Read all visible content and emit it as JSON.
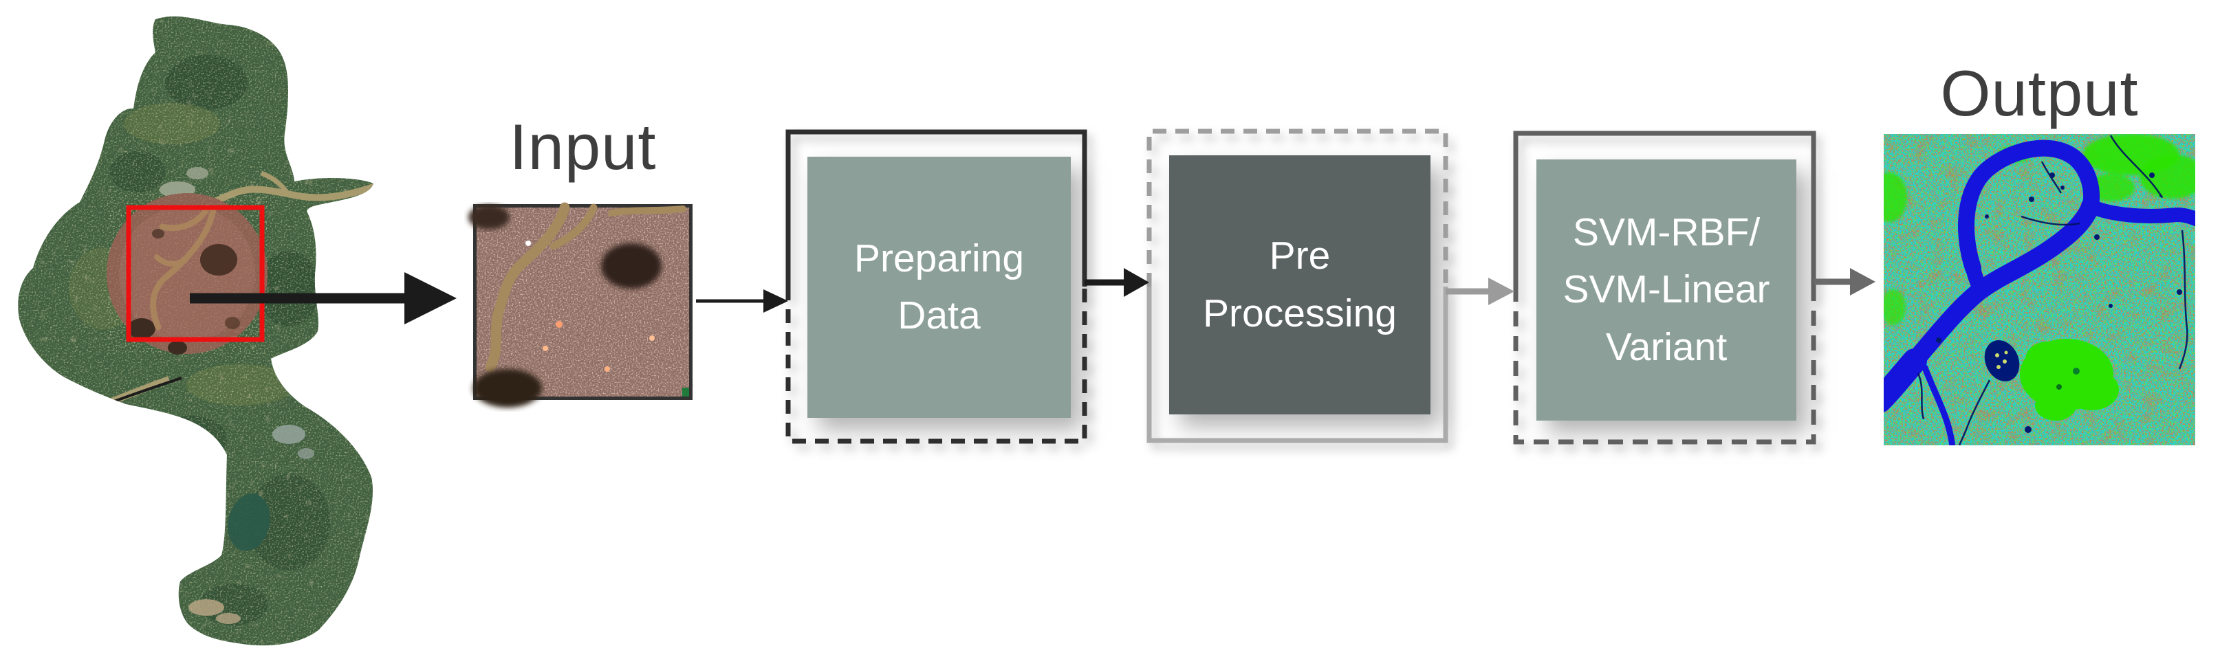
{
  "figure": {
    "input_label": "Input",
    "output_label": "Output",
    "steps": [
      {
        "id": "preparing-data",
        "label": "Preparing\nData"
      },
      {
        "id": "pre-processing",
        "label": "Pre\nProcessing"
      },
      {
        "id": "svm-variant",
        "label": "SVM-RBF/\nSVM-Linear\nVariant"
      }
    ]
  },
  "images": {
    "satellite_map": "satellite-image-of-study-region-with-red-roi-rectangle",
    "input_crop": "zoomed-satellite-crop-of-selected-urban-area",
    "output_map": "classified-land-cover-map-cyan-red-green-with-blue-river"
  },
  "theme": {
    "page-bg": "#ffffff",
    "label-color": "#3e3e3e",
    "box-text-color": "#ffffff",
    "sage-box": "#8c9f99",
    "dark-box": "#5a6361",
    "frame-dark": "#2d2d2d",
    "frame-light-gray": "#9e9e9e",
    "frame-solid-gray": "#ababab",
    "frame-mid-gray": "#606060",
    "arrow-black": "#1b1b1b",
    "arrow-gray": "#9b9b9b",
    "arrow-dark-gray": "#6a6a6a",
    "roi-red": "#ee1010",
    "map-green": "#41603f",
    "urban-pink": "#96675a",
    "river-blue": "#1414dd",
    "class-cyan": "#1ed7d4",
    "class-red": "#e02610",
    "class-green": "#2ce300"
  }
}
